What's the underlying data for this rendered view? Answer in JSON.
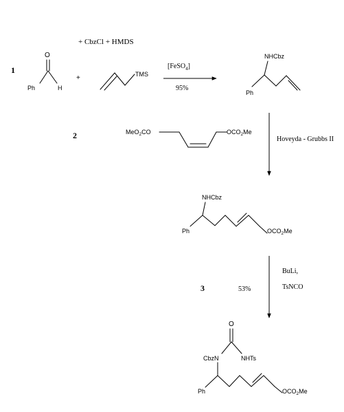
{
  "step1": {
    "number": "1",
    "reagents": "+ CbzCl  +  HMDS",
    "plus": "+",
    "catalyst_base": "[FeSO",
    "catalyst_sub": "4",
    "catalyst_close": "]",
    "yield": "95%",
    "aldehyde": {
      "o": "O",
      "ph": "Ph",
      "h": "H"
    },
    "allylsilane": {
      "tms": "TMS"
    },
    "product": {
      "nhcbz": "NHCbz",
      "ph": "Ph"
    }
  },
  "step2": {
    "number": "2",
    "reagent_left": {
      "a": "MeO",
      "sub": "2",
      "b": "CO"
    },
    "reagent_right": {
      "a": "OCO",
      "sub": "2",
      "b": "Me"
    },
    "catalyst": "Hoveyda - Grubbs II",
    "product": {
      "nhcbz": "NHCbz",
      "ph": "Ph",
      "ester": {
        "a": "OCO",
        "sub": "2",
        "b": "Me"
      }
    }
  },
  "step3": {
    "number": "3",
    "yield": "53%",
    "reagent_line1": "BuLi,",
    "reagent_line2": "TsNCO",
    "product": {
      "o": "O",
      "cbzn": "CbzN",
      "nhts": "NHTs",
      "ph": "Ph",
      "ester": {
        "a": "OCO",
        "sub": "2",
        "b": "Me"
      }
    }
  }
}
